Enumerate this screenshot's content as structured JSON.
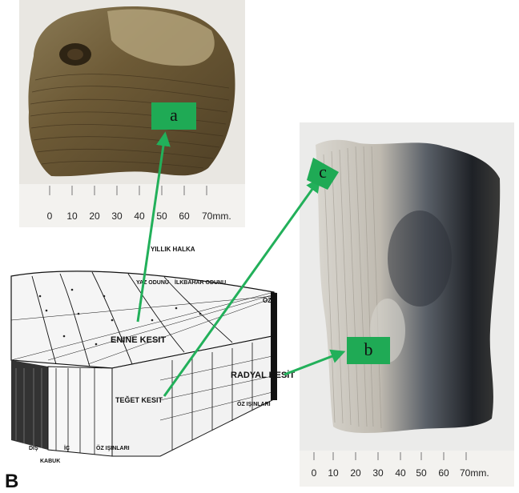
{
  "figure_letter": "B",
  "labels": {
    "a": "a",
    "b": "b",
    "c": "c"
  },
  "ruler_top": {
    "ticks": [
      "0",
      "10",
      "20",
      "30",
      "40",
      "50",
      "60",
      "70mm."
    ]
  },
  "ruler_right": {
    "ticks": [
      "0",
      "10",
      "20",
      "30",
      "40",
      "50",
      "60",
      "70mm."
    ]
  },
  "diagram": {
    "yillik_halka": "YILLIK HALKA",
    "yaz_odunu": "YAZ ODUNU",
    "ilkbahar_odunu": "İLKBAHAR ODUNU",
    "oz": "ÖZ",
    "enine_kesit": "ENINE KESIT",
    "radyal_kesit": "RADYAL KESİT",
    "teget_kesit": "TEĞET KESIT",
    "oz_isinlari_right": "ÖZ IŞINLARI",
    "oz_isinlari_bottom": "ÖZ IŞINLARI",
    "dis": "DIŞ",
    "ic": "İÇ",
    "kabuk": "KABUK"
  },
  "colors": {
    "label_box": "#1faa55",
    "arrow": "#22b05a"
  }
}
